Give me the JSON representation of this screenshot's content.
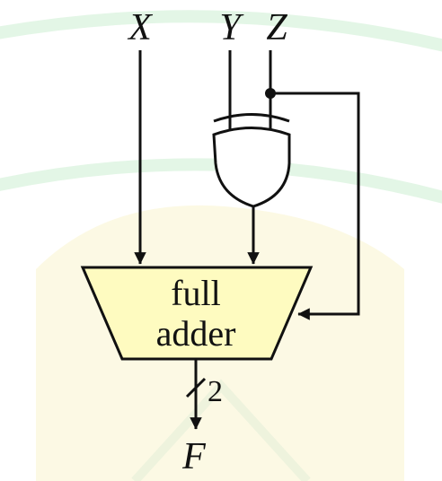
{
  "diagram": {
    "inputs": {
      "x": "X",
      "y": "Y",
      "z": "Z"
    },
    "gate": {
      "type": "XOR"
    },
    "block": {
      "line1": "full",
      "line2": "adder"
    },
    "output": {
      "label": "F",
      "bus_width": "2"
    }
  },
  "colors": {
    "ink": "#111111",
    "block_fill": "#FEFBC0",
    "watermark_green": "#E3F6E6",
    "watermark_yellow": "#FBF6D8"
  }
}
